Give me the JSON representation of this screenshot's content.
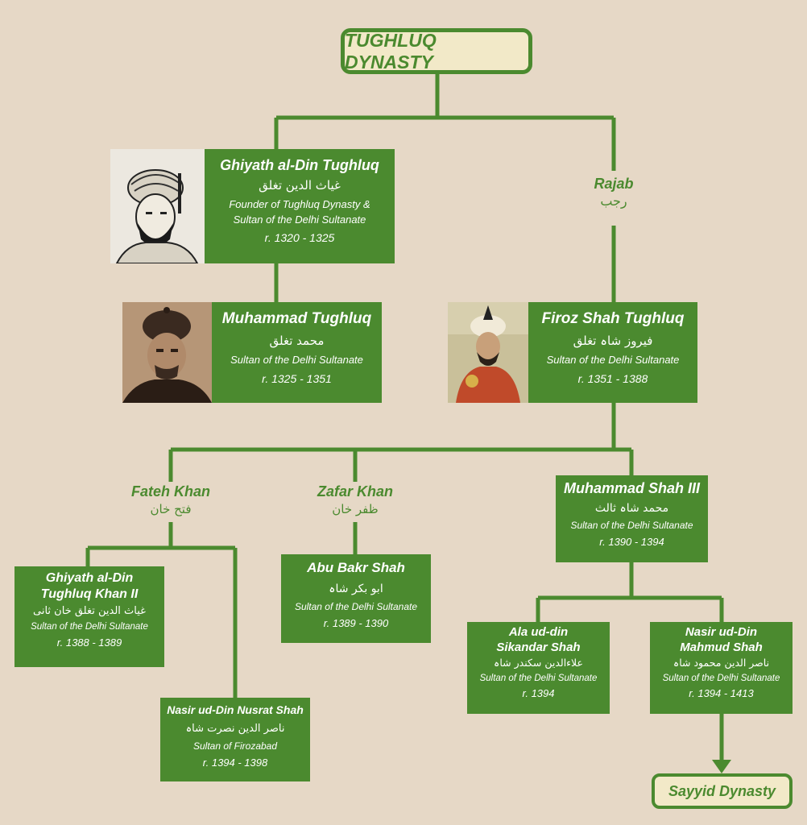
{
  "colors": {
    "green": "#4b8a2f",
    "background": "#e6d8c6",
    "banner": "#f2e9c8"
  },
  "title": "TUGHLUQ DYNASTY",
  "footer": "Sayyid Dynasty",
  "people": {
    "ghiyath": {
      "name": "Ghiyath al-Din Tughluq",
      "arabic": "غیاث الدین تغلق",
      "desc1": "Founder of Tughluq Dynasty &",
      "desc2": "Sultan of the Delhi Sultanate",
      "reign": "r. 1320 - 1325"
    },
    "muhammad": {
      "name": "Muhammad Tughluq",
      "arabic": "محمد تغلق",
      "desc": "Sultan of the Delhi Sultanate",
      "reign": "r. 1325 - 1351"
    },
    "firoz": {
      "name": "Firoz Shah Tughluq",
      "arabic": "فیروز شاہ تغلق",
      "desc": "Sultan of the Delhi Sultanate",
      "reign": "r. 1351 - 1388"
    },
    "muhammad3": {
      "name": "Muhammad Shah III",
      "arabic": "محمد شاہ ثالث",
      "desc": "Sultan of the Delhi Sultanate",
      "reign": "r. 1390 - 1394"
    },
    "ghiyath2": {
      "name1": "Ghiyath al-Din",
      "name2": "Tughluq Khan II",
      "arabic": "غیاث الدین تغلق خان ثانی",
      "desc": "Sultan of the Delhi Sultanate",
      "reign": "r. 1388 - 1389"
    },
    "abubakr": {
      "name": "Abu Bakr Shah",
      "arabic": "ابو بکر شاہ",
      "desc": "Sultan of the Delhi Sultanate",
      "reign": "r. 1389 - 1390"
    },
    "nusrat": {
      "name": "Nasir ud-Din Nusrat Shah",
      "arabic": "ناصر الدین نصرت شاہ",
      "desc": "Sultan of Firozabad",
      "reign": "r. 1394 - 1398"
    },
    "sikandar": {
      "name1": "Ala ud-din",
      "name2": "Sikandar Shah",
      "arabic": "علاءالدین سکندر شاہ",
      "desc": "Sultan of the Delhi Sultanate",
      "reign": "r. 1394"
    },
    "mahmud": {
      "name1": "Nasir ud-Din",
      "name2": "Mahmud Shah",
      "arabic": "ناصر الدین محمود شاہ",
      "desc": "Sultan of the Delhi Sultanate",
      "reign": "r. 1394 - 1413"
    }
  },
  "intermediates": {
    "rajab": {
      "name": "Rajab",
      "arabic": "رجب"
    },
    "fateh": {
      "name": "Fateh Khan",
      "arabic": "فتح خان"
    },
    "zafar": {
      "name": "Zafar Khan",
      "arabic": "ظفر خان"
    }
  }
}
